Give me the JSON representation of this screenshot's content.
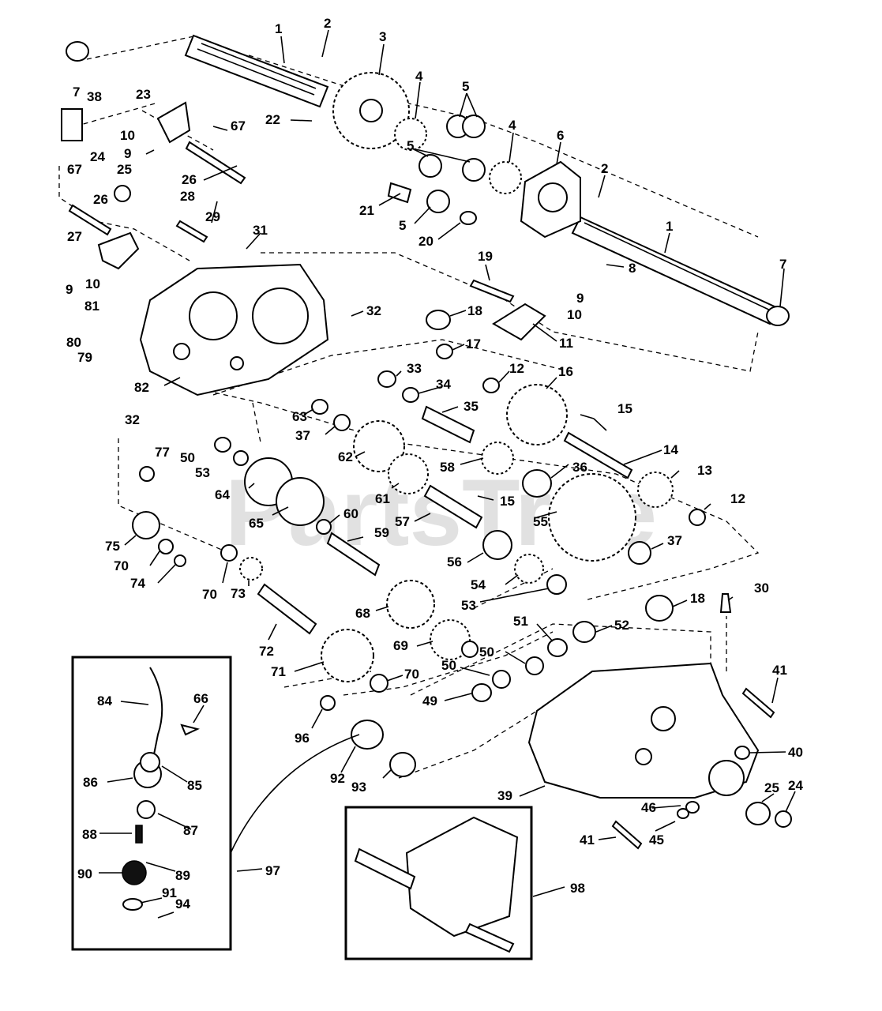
{
  "watermark": "PartsTree",
  "callouts": [
    {
      "id": "1a",
      "text": "1"
    },
    {
      "id": "2a",
      "text": "2"
    },
    {
      "id": "3",
      "text": "3"
    },
    {
      "id": "4a",
      "text": "4"
    },
    {
      "id": "5a",
      "text": "5"
    },
    {
      "id": "5b",
      "text": "5"
    },
    {
      "id": "4b",
      "text": "4"
    },
    {
      "id": "6",
      "text": "6"
    },
    {
      "id": "2b",
      "text": "2"
    },
    {
      "id": "1b",
      "text": "1"
    },
    {
      "id": "7a",
      "text": "7"
    },
    {
      "id": "38",
      "text": "38"
    },
    {
      "id": "23",
      "text": "23"
    },
    {
      "id": "22",
      "text": "22"
    },
    {
      "id": "67a",
      "text": "67"
    },
    {
      "id": "10a",
      "text": "10"
    },
    {
      "id": "9a",
      "text": "9"
    },
    {
      "id": "24a",
      "text": "24"
    },
    {
      "id": "25a",
      "text": "25"
    },
    {
      "id": "67b",
      "text": "67"
    },
    {
      "id": "26a",
      "text": "26"
    },
    {
      "id": "26b",
      "text": "26"
    },
    {
      "id": "28",
      "text": "28"
    },
    {
      "id": "29",
      "text": "29"
    },
    {
      "id": "21",
      "text": "21"
    },
    {
      "id": "5c",
      "text": "5"
    },
    {
      "id": "20",
      "text": "20"
    },
    {
      "id": "8",
      "text": "8"
    },
    {
      "id": "7b",
      "text": "7"
    },
    {
      "id": "27",
      "text": "27"
    },
    {
      "id": "31",
      "text": "31"
    },
    {
      "id": "9b",
      "text": "9"
    },
    {
      "id": "10b",
      "text": "10"
    },
    {
      "id": "19",
      "text": "19"
    },
    {
      "id": "9c",
      "text": "9"
    },
    {
      "id": "10c",
      "text": "10"
    },
    {
      "id": "81",
      "text": "81"
    },
    {
      "id": "32a",
      "text": "32"
    },
    {
      "id": "18a",
      "text": "18"
    },
    {
      "id": "11",
      "text": "11"
    },
    {
      "id": "80",
      "text": "80"
    },
    {
      "id": "79",
      "text": "79"
    },
    {
      "id": "17",
      "text": "17"
    },
    {
      "id": "33",
      "text": "33"
    },
    {
      "id": "12a",
      "text": "12"
    },
    {
      "id": "16",
      "text": "16"
    },
    {
      "id": "82",
      "text": "82"
    },
    {
      "id": "34",
      "text": "34"
    },
    {
      "id": "32b",
      "text": "32"
    },
    {
      "id": "63",
      "text": "63"
    },
    {
      "id": "35",
      "text": "35"
    },
    {
      "id": "15a",
      "text": "15"
    },
    {
      "id": "37a",
      "text": "37"
    },
    {
      "id": "77",
      "text": "77"
    },
    {
      "id": "50a",
      "text": "50"
    },
    {
      "id": "53a",
      "text": "53"
    },
    {
      "id": "62",
      "text": "62"
    },
    {
      "id": "58",
      "text": "58"
    },
    {
      "id": "36",
      "text": "36"
    },
    {
      "id": "14",
      "text": "14"
    },
    {
      "id": "13",
      "text": "13"
    },
    {
      "id": "64",
      "text": "64"
    },
    {
      "id": "61",
      "text": "61"
    },
    {
      "id": "15b",
      "text": "15"
    },
    {
      "id": "12b",
      "text": "12"
    },
    {
      "id": "60",
      "text": "60"
    },
    {
      "id": "65",
      "text": "65"
    },
    {
      "id": "57",
      "text": "57"
    },
    {
      "id": "55",
      "text": "55"
    },
    {
      "id": "75",
      "text": "75"
    },
    {
      "id": "59",
      "text": "59"
    },
    {
      "id": "37b",
      "text": "37"
    },
    {
      "id": "70a",
      "text": "70"
    },
    {
      "id": "56",
      "text": "56"
    },
    {
      "id": "74",
      "text": "74"
    },
    {
      "id": "70b",
      "text": "70"
    },
    {
      "id": "54",
      "text": "54"
    },
    {
      "id": "30",
      "text": "30"
    },
    {
      "id": "73",
      "text": "73"
    },
    {
      "id": "68",
      "text": "68"
    },
    {
      "id": "53b",
      "text": "53"
    },
    {
      "id": "18b",
      "text": "18"
    },
    {
      "id": "52",
      "text": "52"
    },
    {
      "id": "72",
      "text": "72"
    },
    {
      "id": "51",
      "text": "51"
    },
    {
      "id": "69",
      "text": "69"
    },
    {
      "id": "50b",
      "text": "50"
    },
    {
      "id": "71",
      "text": "71"
    },
    {
      "id": "50c",
      "text": "50"
    },
    {
      "id": "70c",
      "text": "70"
    },
    {
      "id": "41a",
      "text": "41"
    },
    {
      "id": "84",
      "text": "84"
    },
    {
      "id": "66",
      "text": "66"
    },
    {
      "id": "49",
      "text": "49"
    },
    {
      "id": "96",
      "text": "96"
    },
    {
      "id": "40",
      "text": "40"
    },
    {
      "id": "86",
      "text": "86"
    },
    {
      "id": "85",
      "text": "85"
    },
    {
      "id": "92",
      "text": "92"
    },
    {
      "id": "93",
      "text": "93"
    },
    {
      "id": "39",
      "text": "39"
    },
    {
      "id": "25b",
      "text": "25"
    },
    {
      "id": "24b",
      "text": "24"
    },
    {
      "id": "46",
      "text": "46"
    },
    {
      "id": "87",
      "text": "87"
    },
    {
      "id": "88",
      "text": "88"
    },
    {
      "id": "41b",
      "text": "41"
    },
    {
      "id": "45",
      "text": "45"
    },
    {
      "id": "90",
      "text": "90"
    },
    {
      "id": "89",
      "text": "89"
    },
    {
      "id": "97",
      "text": "97"
    },
    {
      "id": "98",
      "text": "98"
    },
    {
      "id": "91",
      "text": "91"
    },
    {
      "id": "94",
      "text": "94"
    }
  ]
}
